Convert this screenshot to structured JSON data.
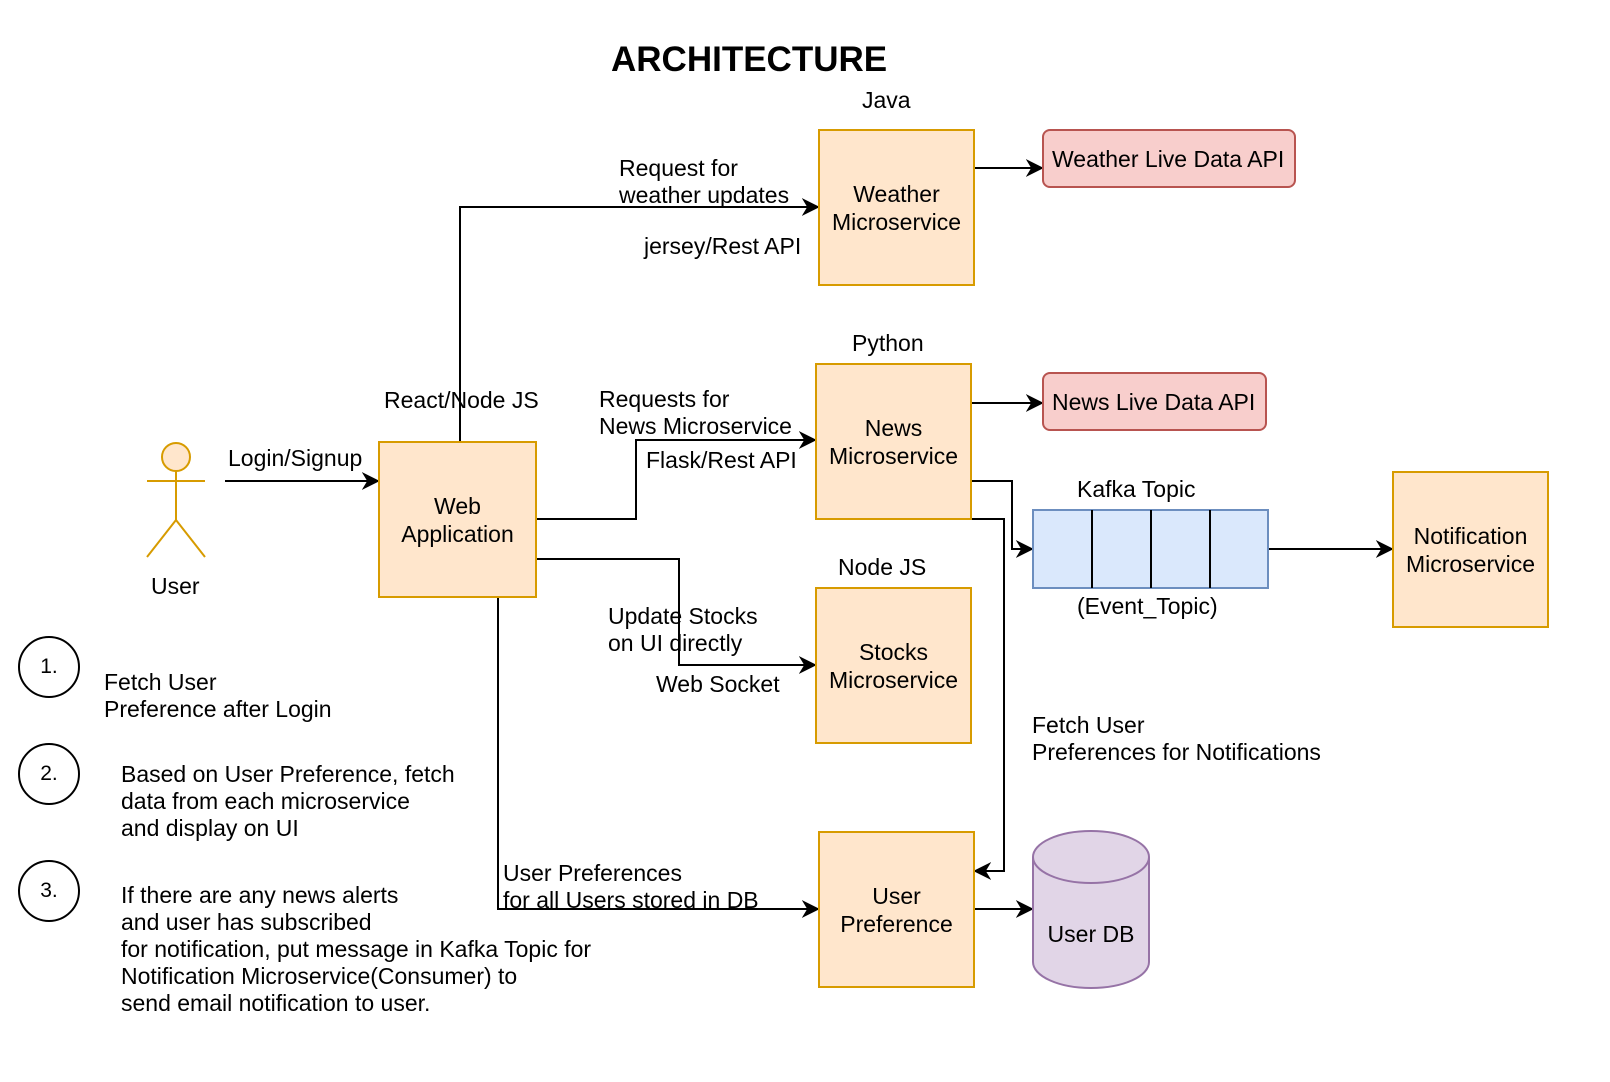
{
  "title": "ARCHITECTURE",
  "actor": {
    "label": "User"
  },
  "nodes": {
    "web_app": {
      "label": "Web\nApplication",
      "tech": "React/Node JS"
    },
    "weather": {
      "label": "Weather\nMicroservice",
      "tech": "Java"
    },
    "news": {
      "label": "News\nMicroservice",
      "tech": "Python"
    },
    "stocks": {
      "label": "Stocks\nMicroservice",
      "tech": "Node JS"
    },
    "user_pref": {
      "label": "User\nPreference"
    },
    "notification": {
      "label": "Notification\nMicroservice"
    },
    "weather_api": {
      "label": "Weather Live Data API"
    },
    "news_api": {
      "label": "News Live Data API"
    },
    "kafka": {
      "label": "Kafka Topic",
      "sublabel": "(Event_Topic)"
    },
    "user_db": {
      "label": "User DB"
    }
  },
  "edge_labels": {
    "login": "Login/Signup",
    "weather_req": "Request for\n weather updates",
    "weather_proto": "jersey/Rest API",
    "news_req": "Requests for\nNews Microservice",
    "news_proto": "Flask/Rest API",
    "stocks_req": "Update Stocks\non UI directly",
    "stocks_proto": "Web Socket",
    "pref_store": "User Preferences\nfor all Users stored in DB",
    "notif_fetch": "Fetch User\nPreferences for Notifications"
  },
  "steps": [
    {
      "number": "1.",
      "text": "Fetch User\n Preference after Login"
    },
    {
      "number": "2.",
      "text": "Based on User Preference, fetch\ndata from each microservice\nand display on UI"
    },
    {
      "number": "3.",
      "text": "If there are any news alerts\nand user has subscribed\nfor notification, put message in Kafka Topic for\nNotification Microservice(Consumer) to\nsend email notification to user."
    }
  ],
  "colors": {
    "service_fill": "#ffe6cc",
    "service_stroke": "#d79b00",
    "api_fill": "#f8cecc",
    "api_stroke": "#b85450",
    "queue_fill": "#dae8fc",
    "queue_stroke": "#6c8ebf",
    "db_fill": "#e1d5e7",
    "db_stroke": "#9673a6",
    "actor_fill": "#ffe6cc",
    "actor_stroke": "#d79b00"
  }
}
